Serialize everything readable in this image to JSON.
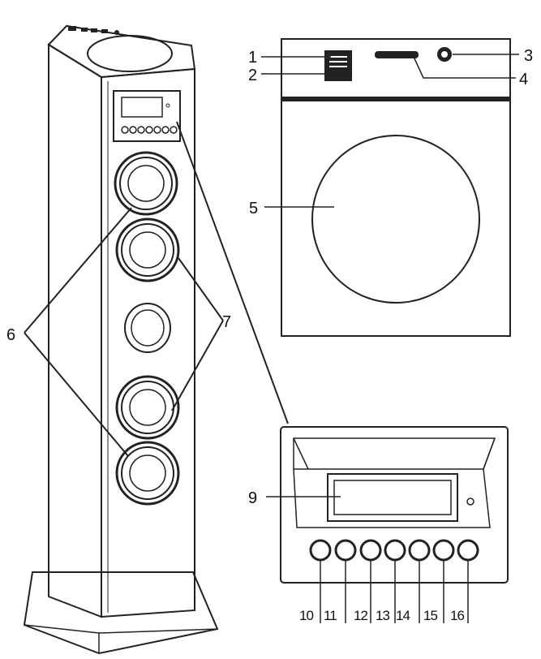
{
  "diagram": {
    "callouts": {
      "c1": "1",
      "c2": "2",
      "c3": "3",
      "c4": "4",
      "c5": "5",
      "c6": "6",
      "c7": "7",
      "c9": "9",
      "c10": "10",
      "c11": "11",
      "c12": "12",
      "c13": "13",
      "c14": "14",
      "c15": "15",
      "c16": "16"
    },
    "colors": {
      "line": "#222222",
      "background": "#ffffff"
    }
  }
}
